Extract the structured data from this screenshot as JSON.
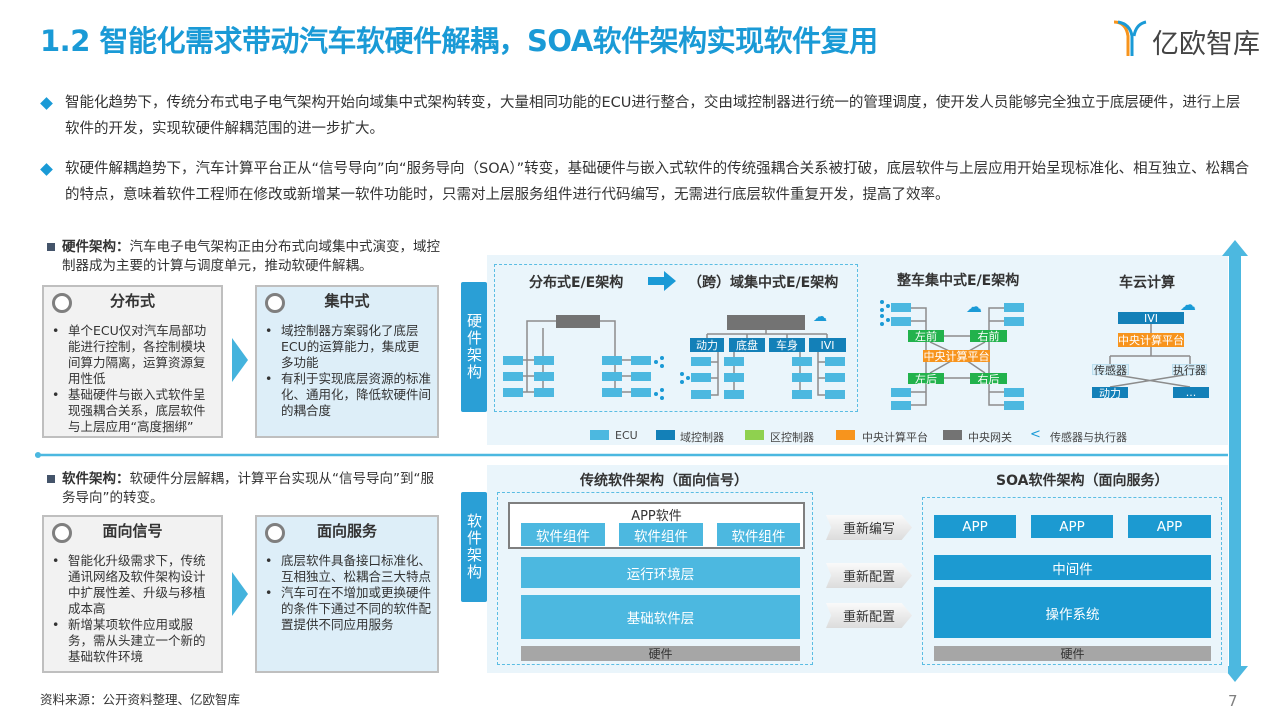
{
  "title": "1.2 智能化需求带动汽车软硬件解耦，SOA软件架构实现软件复用",
  "logo": {
    "text": "亿欧智库"
  },
  "bullets": [
    "智能化趋势下，传统分布式电子电气架构开始向域集中式架构转变，大量相同功能的ECU进行整合，交由域控制器进行统一的管理调度，使开发人员能够完全独立于底层硬件，进行上层软件的开发，实现软硬件解耦范围的进一步扩大。",
    "软硬件解耦趋势下，汽车计算平台正从“信号导向”向“服务导向（SOA）”转变，基础硬件与嵌入式软件的传统强耦合关系被打破，底层软件与上层应用开始呈现标准化、相互独立、松耦合的特点，意味着软件工程师在修改或新增某一软件功能时，只需对上层服务组件进行代码编写，无需进行底层软件重复开发，提高了效率。"
  ],
  "hardware": {
    "head_bold": "硬件架构：",
    "head_text": "汽车电子电气架构正由分布式向域集中式演变，域控制器成为主要的计算与调度单元，推动软硬件解耦。",
    "label": "硬件架构",
    "cards": [
      {
        "title": "分布式",
        "items": [
          "单个ECU仅对汽车局部功能进行控制，各控制模块间算力隔离，运算资源复用性低",
          "基础硬件与嵌入式软件呈现强耦合关系，底层软件与上层应用“高度捆绑”"
        ]
      },
      {
        "title": "集中式",
        "items": [
          "域控制器方案弱化了底层ECU的运算能力，集成更多功能",
          "有利于实现底层资源的标准化、通用化，降低软硬件间的耦合度"
        ]
      }
    ],
    "diagram": {
      "t_distributed": "分布式E/E架构",
      "t_domain": "（跨）域集中式E/E架构",
      "t_vehicle": "整车集中式E/E架构",
      "t_cloud": "车云计算",
      "domains": [
        "动力",
        "底盘",
        "车身",
        "IVI"
      ],
      "zones": [
        "左前",
        "右前",
        "左后",
        "右后"
      ],
      "central": "中央计算平台",
      "cloud": {
        "ivi": "IVI",
        "central": "中央计算平台",
        "sensor": "传感器",
        "actuator": "执行器",
        "power": "动力",
        "more": "..."
      },
      "legend": [
        "ECU",
        "域控制器",
        "区控制器",
        "中央计算平台",
        "中央网关",
        "传感器与执行器"
      ]
    }
  },
  "software": {
    "head_bold": "软件架构：",
    "head_text": "软硬件分层解耦，计算平台实现从“信号导向”到“服务导向”的转变。",
    "label": "软件架构",
    "cards": [
      {
        "title": "面向信号",
        "items": [
          "智能化升级需求下，传统通讯网络及软件架构设计中扩展性差、升级与移植成本高",
          "新增某项软件应用或服务，需从头建立一个新的基础软件环境"
        ]
      },
      {
        "title": "面向服务",
        "items": [
          "底层软件具备接口标准化、互相独立、松耦合三大特点",
          "汽车可在不增加或更换硬件的条件下通过不同的软件配置提供不同应用服务"
        ]
      }
    ],
    "traditional": {
      "title": "传统软件架构（面向信号）",
      "app": "APP软件",
      "component": "软件组件",
      "runtime": "运行环境层",
      "basic": "基础软件层",
      "hw": "硬件"
    },
    "soa": {
      "title": "SOA软件架构（面向服务）",
      "app": "APP",
      "middleware": "中间件",
      "os": "操作系统",
      "hw": "硬件"
    },
    "transitions": [
      "重新编写",
      "重新配置",
      "重新配置"
    ]
  },
  "footer": {
    "source": "资料来源：公开资料整理、亿欧智库",
    "page": "7"
  },
  "colors": {
    "accent": "#1a9ad6",
    "ecu": "#4cb8e0",
    "domain": "#1380b8",
    "zone": "#22b24c",
    "central": "#f7941d",
    "gateway": "#737373"
  }
}
